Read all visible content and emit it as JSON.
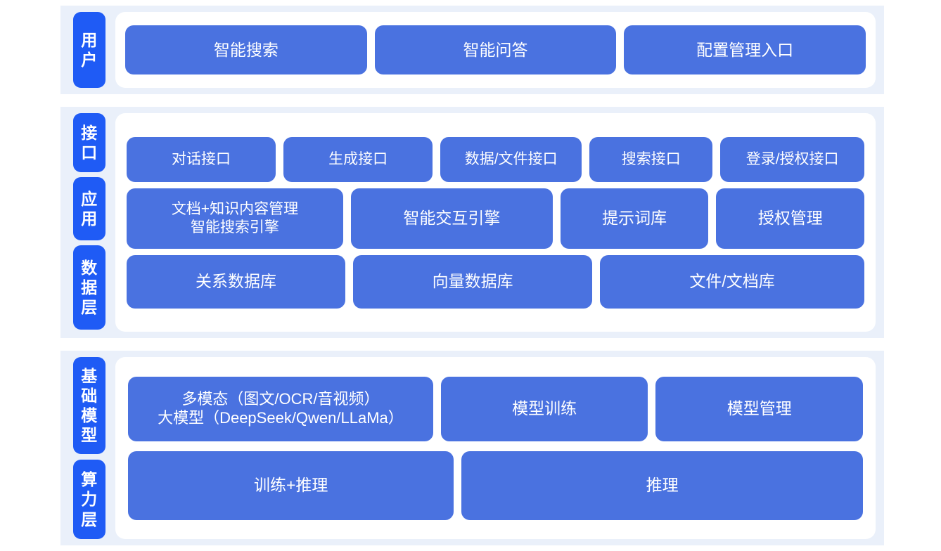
{
  "theme": {
    "page_bg": "#ffffff",
    "band_bg": "#eaf0fa",
    "panel_bg": "#ffffff",
    "badge_blue": "#1f5bf5",
    "box_blue": "#4a72e0",
    "text_white": "#ffffff"
  },
  "sections": [
    {
      "id": "user",
      "badges": [
        {
          "id": "user",
          "label": "用户",
          "chars": [
            "用",
            "户"
          ]
        }
      ],
      "rows": [
        {
          "id": "user-entry",
          "boxes": [
            {
              "id": "smart-search",
              "label": "智能搜索"
            },
            {
              "id": "smart-qa",
              "label": "智能问答"
            },
            {
              "id": "config-management-entry",
              "label": "配置管理入口"
            }
          ]
        }
      ]
    },
    {
      "id": "middle",
      "badges": [
        {
          "id": "interface",
          "label": "接口",
          "chars": [
            "接",
            "口"
          ]
        },
        {
          "id": "application",
          "label": "应用",
          "chars": [
            "应",
            "用"
          ]
        },
        {
          "id": "data-layer",
          "label": "数据层",
          "chars": [
            "数",
            "据",
            "层"
          ]
        }
      ],
      "rows": [
        {
          "id": "interface",
          "boxes": [
            {
              "id": "dialog-api",
              "label": "对话接口"
            },
            {
              "id": "generation-api",
              "label": "生成接口"
            },
            {
              "id": "data-file-api",
              "label": "数据/文件接口"
            },
            {
              "id": "search-api",
              "label": "搜索接口"
            },
            {
              "id": "login-auth-api",
              "label": "登录/授权接口"
            }
          ]
        },
        {
          "id": "application",
          "boxes": [
            {
              "id": "doc-knowledge-content-management",
              "label": "文档+知识内容管理\n智能搜索引擎"
            },
            {
              "id": "smart-interaction-engine",
              "label": "智能交互引擎"
            },
            {
              "id": "prompt-library",
              "label": "提示词库"
            },
            {
              "id": "authorization-management",
              "label": "授权管理"
            }
          ]
        },
        {
          "id": "data",
          "boxes": [
            {
              "id": "relational-database",
              "label": "关系数据库"
            },
            {
              "id": "vector-database",
              "label": "向量数据库"
            },
            {
              "id": "file-document-store",
              "label": "文件/文档库"
            }
          ]
        }
      ]
    },
    {
      "id": "bottom",
      "badges": [
        {
          "id": "foundation-model",
          "label": "基础模型",
          "chars": [
            "基",
            "础",
            "模",
            "型"
          ]
        },
        {
          "id": "compute-layer",
          "label": "算力层",
          "chars": [
            "算",
            "力",
            "层"
          ]
        }
      ],
      "rows": [
        {
          "id": "model",
          "boxes": [
            {
              "id": "multimodal-large-model",
              "label": "多模态（图文/OCR/音视频）\n大模型（DeepSeek/Qwen/LLaMa）"
            },
            {
              "id": "model-training",
              "label": "模型训练"
            },
            {
              "id": "model-management",
              "label": "模型管理"
            }
          ]
        },
        {
          "id": "compute",
          "boxes": [
            {
              "id": "training-plus-inference",
              "label": "训练+推理"
            },
            {
              "id": "inference",
              "label": "推理"
            }
          ]
        }
      ]
    }
  ]
}
